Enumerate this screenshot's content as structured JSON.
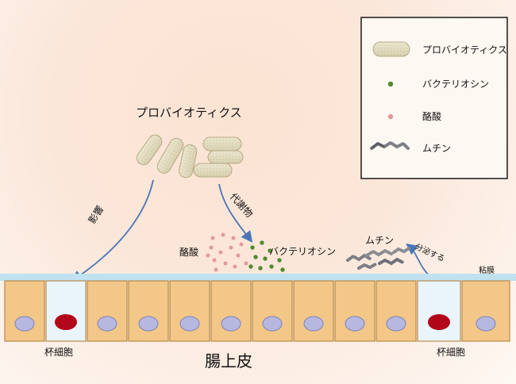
{
  "main_title": "プロバイオティクス",
  "arrows": {
    "influence": "影響",
    "metabolites": "代謝物",
    "secretes": "分泌する"
  },
  "labels": {
    "butyrate": "酪酸",
    "bacteriocin": "バクテリオシン",
    "mucin": "ムチン",
    "mucosa": "粘膜",
    "goblet_left": "杯細胞",
    "goblet_right": "杯細胞",
    "epithelium": "腸上皮"
  },
  "legend": [
    {
      "icon": "probiotic-capsule-icon",
      "label": "プロバイオティクス"
    },
    {
      "icon": "bacteriocin-dot-icon",
      "label": "バクテリオシン",
      "color": "#4f8a2e"
    },
    {
      "icon": "butyrate-dot-icon",
      "label": "酪酸",
      "color": "#e39a9a"
    },
    {
      "icon": "mucin-strand-icon",
      "label": "ムチン"
    }
  ],
  "colors": {
    "cell_fill": "#f2c787",
    "cell_stroke": "#b98a4a",
    "nucleus": "#b6b8e0",
    "goblet_fill": "#e9f5fb",
    "goblet_nucleus": "#b2071a",
    "mucosa": "#bfe1f0",
    "arrow": "#4a76b8"
  }
}
